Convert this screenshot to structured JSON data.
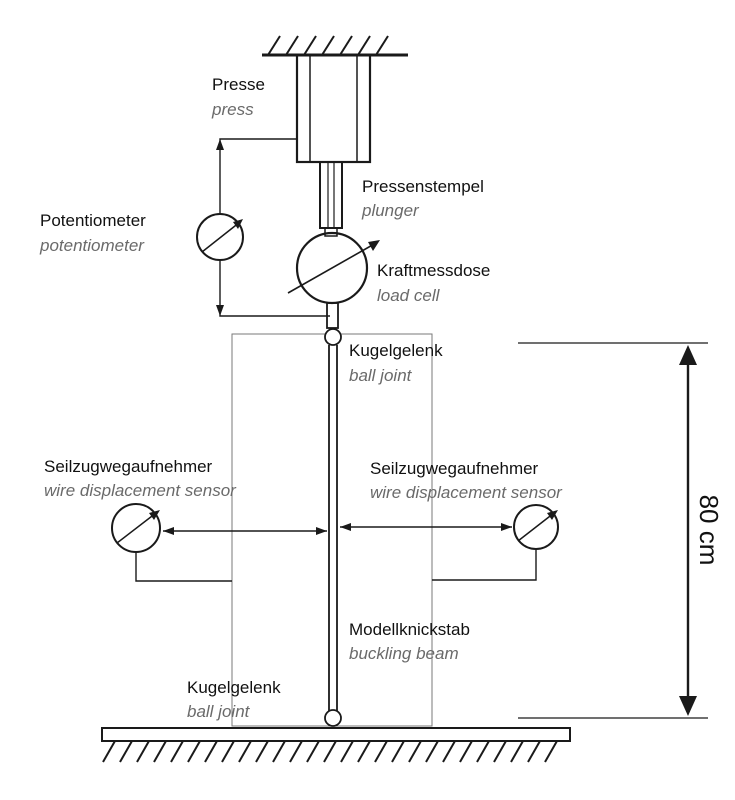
{
  "labels": {
    "press": {
      "de": "Presse",
      "en": "press"
    },
    "plunger": {
      "de": "Pressenstempel",
      "en": "plunger"
    },
    "potentiometer": {
      "de": "Potentiometer",
      "en": "potentiometer"
    },
    "load_cell": {
      "de": "Kraftmessdose",
      "en": "load cell"
    },
    "ball_joint_top": {
      "de": "Kugelgelenk",
      "en": "ball joint"
    },
    "sensor_left": {
      "de": "Seilzugwegaufnehmer",
      "en": "wire displacement sensor"
    },
    "sensor_right": {
      "de": "Seilzugwegaufnehmer",
      "en": "wire displacement sensor"
    },
    "buckling_beam": {
      "de": "Modellknickstab",
      "en": "buckling beam"
    },
    "ball_joint_bottom": {
      "de": "Kugelgelenk",
      "en": "ball joint"
    }
  },
  "dimension": {
    "length_label": "80 cm"
  },
  "icons": {
    "ground": "fixed-support-hatch-icon",
    "sensor": "measuring-gauge-icon",
    "joint": "ball-joint-icon"
  },
  "colors": {
    "line": "#1a1a1a",
    "secondary_text": "#6a6a6a",
    "frame": "#7a7a7a"
  }
}
